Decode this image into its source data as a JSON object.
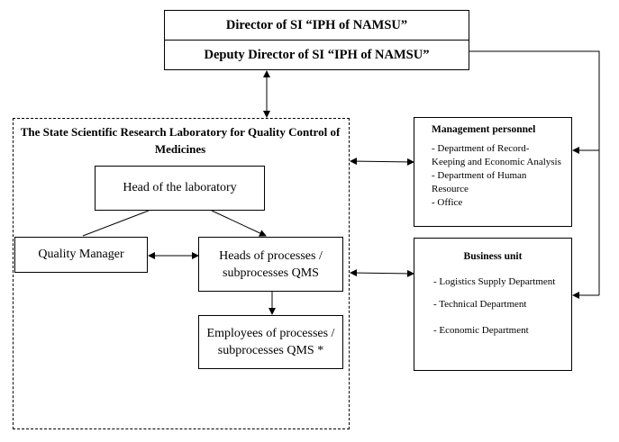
{
  "director": {
    "title": "Director of SI “IPH of NAMSU”",
    "deputy": "Deputy Director of SI “IPH of NAMSU”"
  },
  "laboratory": {
    "title": "The State Scientific Research Laboratory for Quality Control of Medicines",
    "head": "Head of the laboratory",
    "quality_manager": "Quality Manager",
    "heads_of_processes": "Heads of processes / subprocesses QMS",
    "employees": "Employees of processes / subprocesses QMS *"
  },
  "management": {
    "title": "Management personnel",
    "items": [
      "- Department of Record-Keeping and Economic Analysis",
      "- Department of  Human Resource",
      "- Office"
    ]
  },
  "business": {
    "title": "Business unit",
    "items": [
      "- Logistics Supply Department",
      "- Technical Department",
      "- Economic Department"
    ]
  }
}
